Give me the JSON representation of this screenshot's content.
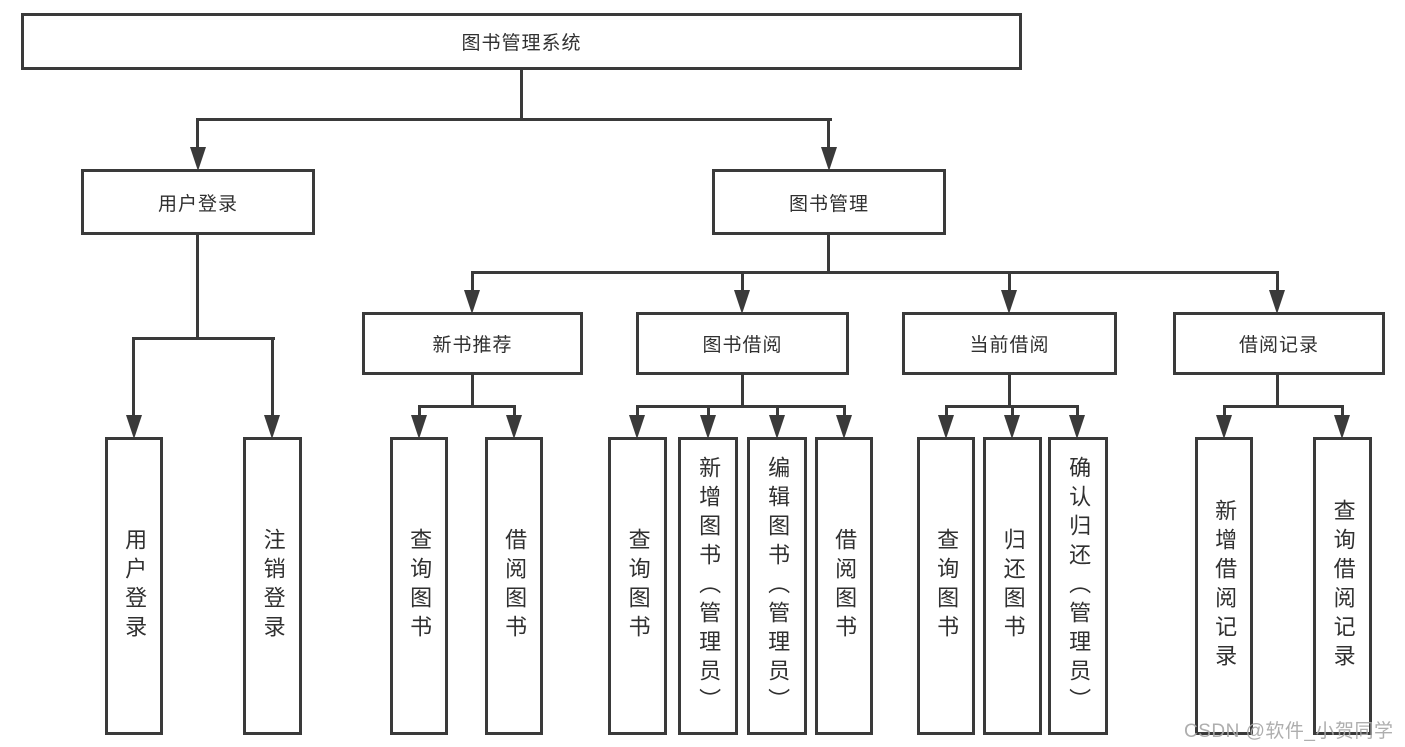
{
  "root_label": "图书管理系统",
  "branches": [
    {
      "label": "用户登录",
      "leaves": [
        "用户登录",
        "注销登录"
      ]
    },
    {
      "label": "图书管理",
      "groups": [
        {
          "label": "新书推荐",
          "leaves": [
            "查询图书",
            "借阅图书"
          ]
        },
        {
          "label": "图书借阅",
          "leaves": [
            "查询图书",
            "新增图书（管理员）",
            "编辑图书（管理员）",
            "借阅图书"
          ]
        },
        {
          "label": "当前借阅",
          "leaves": [
            "查询图书",
            "归还图书",
            "确认归还（管理员）"
          ]
        },
        {
          "label": "借阅记录",
          "leaves": [
            "新增借阅记录",
            "查询借阅记录"
          ]
        }
      ]
    }
  ],
  "watermark": "CSDN @软件_小贺同学",
  "colors": {
    "line": "#3a3a3a",
    "text": "#303030",
    "watermark": "#a8a8a8",
    "background": "#ffffff"
  }
}
